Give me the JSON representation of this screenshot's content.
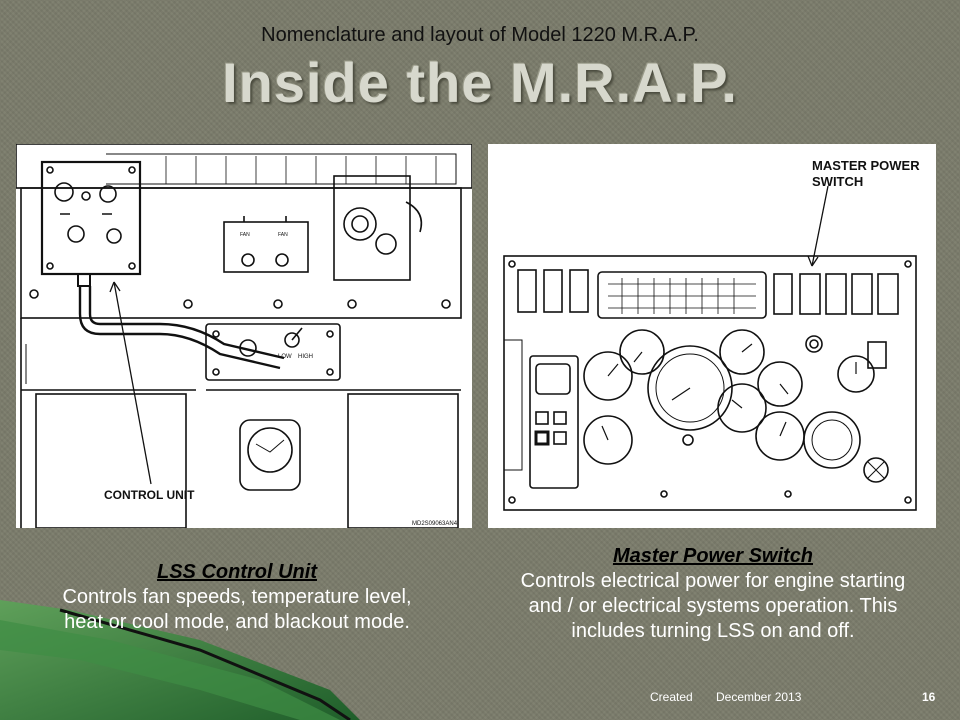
{
  "slide": {
    "subtitle": "Nomenclature and layout of Model 1220 M.R.A.P.",
    "title": "Inside the M.R.A.P."
  },
  "left_figure": {
    "label_control_unit": "CONTROL UNIT",
    "label_fan_panel_1": "FAN",
    "label_fan_panel_2": "FAN",
    "label_lss_1": "LOW",
    "label_lss_2": "HIGH",
    "code": "MD2S09063AN4"
  },
  "right_figure": {
    "label_master_1": "MASTER POWER",
    "label_master_2": "SWITCH"
  },
  "left_caption": {
    "heading": "LSS Control Unit",
    "body": "Controls fan speeds, temperature level, heat or cool mode, and blackout mode."
  },
  "right_caption": {
    "heading": "Master Power Switch",
    "body": "Controls electrical power for engine starting and / or electrical systems operation. This includes turning LSS on and off."
  },
  "footer": {
    "created_label": "Created",
    "date": "December 2013",
    "page": "16"
  },
  "colors": {
    "background": "#7b7c6b",
    "accent_green": "#2f7a3c",
    "title": "#d7d8cd"
  }
}
